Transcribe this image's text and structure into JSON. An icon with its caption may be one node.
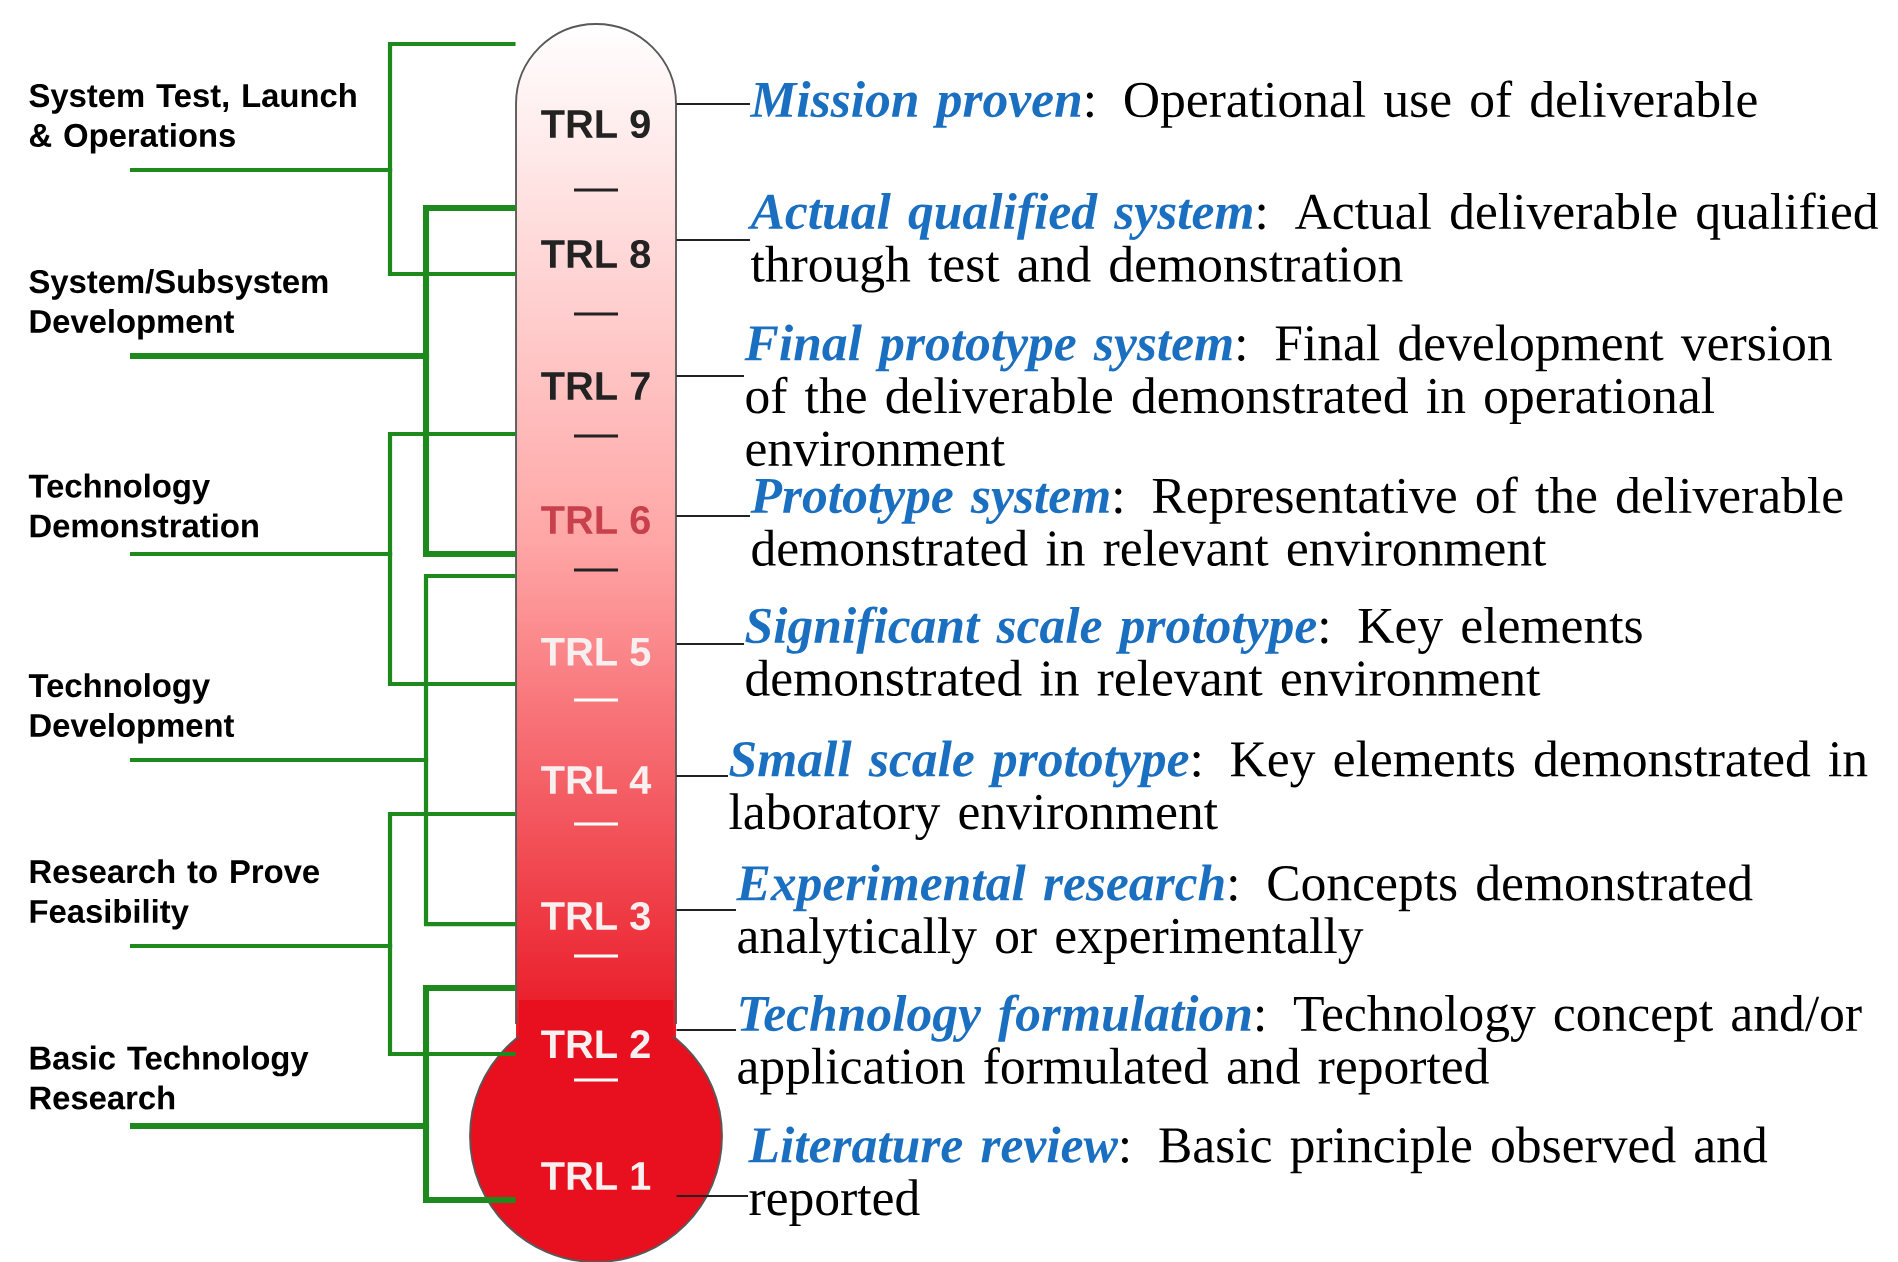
{
  "diagram": {
    "nodes": [
      {
        "text": [
          "System Test, Launch & Operations"
        ]
      },
      {
        "text": [
          "System/Subsystem Development"
        ]
      },
      {
        "text": [
          "Technology Demonstration"
        ]
      },
      {
        "text": [
          "Technology Development"
        ]
      },
      {
        "text": [
          "Research to Prove Feasibility"
        ]
      },
      {
        "text": [
          "Basic Technology Research"
        ]
      },
      {
        "text": [
          "TRL 9"
        ]
      },
      {
        "text": [
          "TRL 8"
        ]
      },
      {
        "text": [
          "TRL 7"
        ]
      },
      {
        "text": [
          "TRL 6"
        ]
      },
      {
        "text": [
          "TRL 5"
        ]
      },
      {
        "text": [
          "TRL 4"
        ]
      },
      {
        "text": [
          "TRL 3"
        ]
      },
      {
        "text": [
          "TRL 2"
        ]
      },
      {
        "text": [
          "TRL 1"
        ]
      },
      {
        "text": [
          "Mission proven",
          ": Operational use of deliverable"
        ]
      },
      {
        "text": [
          "Actual qualified system",
          ": Actual deliverable qualified through test and demonstration"
        ]
      },
      {
        "text": [
          "Final prototype system",
          ": Final development version of the deliverable demonstrated in operational environment"
        ]
      },
      {
        "text": [
          "Prototype system",
          ": Representative of the deliverable demonstrated in relevant environment"
        ]
      },
      {
        "text": [
          "Significant scale prototype",
          ": Key elements demonstrated in relevant environment"
        ]
      },
      {
        "text": [
          "Small scale prototype",
          ": Key elements demonstrated in laboratory environment"
        ]
      },
      {
        "text": [
          "Experimental research",
          ": Concepts demonstrated analytically or experimentally"
        ]
      },
      {
        "text": [
          "Technology formulation",
          ": Technology concept and/or application formulated and reported"
        ]
      },
      {
        "text": [
          "Literature review",
          ": Basic principle observed and reported"
        ]
      }
    ],
    "edges": [
      {
        "from": 0,
        "to": 6,
        "arrow": "none",
        "color": "#1e8a1e"
      },
      {
        "from": 0,
        "to": 7,
        "arrow": "none",
        "color": "#1e8a1e"
      },
      {
        "from": 1,
        "to": 7,
        "arrow": "none",
        "color": "#1e8a1e"
      },
      {
        "from": 1,
        "to": 9,
        "arrow": "none",
        "color": "#1e8a1e"
      },
      {
        "from": 2,
        "to": 8,
        "arrow": "none",
        "color": "#1e8a1e"
      },
      {
        "from": 2,
        "to": 10,
        "arrow": "none",
        "color": "#1e8a1e"
      },
      {
        "from": 3,
        "to": 9,
        "arrow": "none",
        "color": "#1e8a1e"
      },
      {
        "from": 3,
        "to": 12,
        "arrow": "none",
        "color": "#1e8a1e"
      },
      {
        "from": 4,
        "to": 11,
        "arrow": "none",
        "color": "#1e8a1e"
      },
      {
        "from": 4,
        "to": 13,
        "arrow": "none",
        "color": "#1e8a1e"
      },
      {
        "from": 5,
        "to": 13,
        "arrow": "none",
        "color": "#1e8a1e"
      },
      {
        "from": 5,
        "to": 14,
        "arrow": "none",
        "color": "#1e8a1e"
      },
      {
        "from": 15,
        "to": 6,
        "arrow": "none",
        "color": "#222222"
      },
      {
        "from": 16,
        "to": 7,
        "arrow": "none",
        "color": "#222222"
      },
      {
        "from": 17,
        "to": 8,
        "arrow": "none",
        "color": "#222222"
      },
      {
        "from": 18,
        "to": 9,
        "arrow": "none",
        "color": "#222222"
      },
      {
        "from": 19,
        "to": 10,
        "arrow": "none",
        "color": "#222222"
      },
      {
        "from": 20,
        "to": 11,
        "arrow": "none",
        "color": "#222222"
      },
      {
        "from": 21,
        "to": 12,
        "arrow": "none",
        "color": "#222222"
      },
      {
        "from": 22,
        "to": 13,
        "arrow": "none",
        "color": "#222222"
      },
      {
        "from": 23,
        "to": 14,
        "arrow": "none",
        "color": "#222222"
      }
    ]
  }
}
